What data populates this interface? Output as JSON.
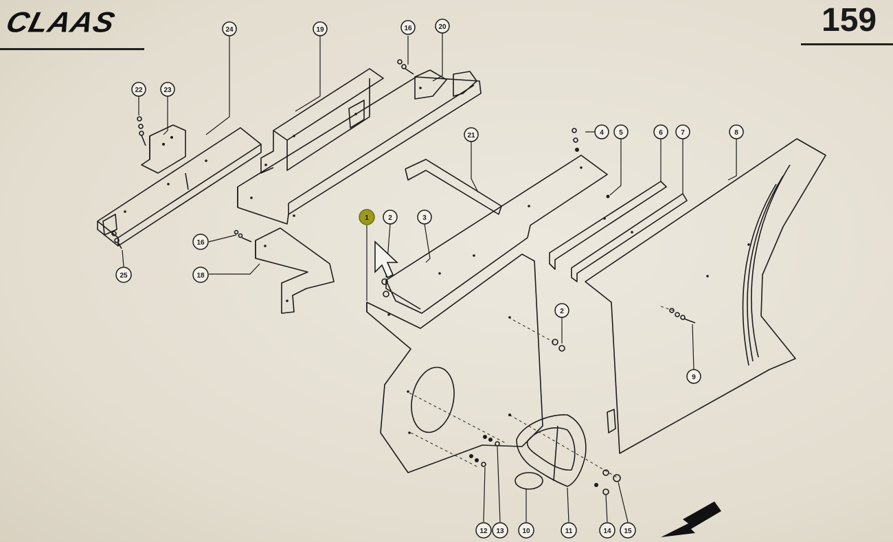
{
  "brand": {
    "logo_text": "CLAAS"
  },
  "page": {
    "number": "159"
  },
  "callouts": [
    {
      "id": "c-24",
      "label": "24"
    },
    {
      "id": "c-19",
      "label": "19"
    },
    {
      "id": "c-16a",
      "label": "16"
    },
    {
      "id": "c-20",
      "label": "20"
    },
    {
      "id": "c-22",
      "label": "22"
    },
    {
      "id": "c-23",
      "label": "23"
    },
    {
      "id": "c-21",
      "label": "21"
    },
    {
      "id": "c-4",
      "label": "4"
    },
    {
      "id": "c-5",
      "label": "5"
    },
    {
      "id": "c-6",
      "label": "6"
    },
    {
      "id": "c-7",
      "label": "7"
    },
    {
      "id": "c-8",
      "label": "8"
    },
    {
      "id": "c-1",
      "label": "1"
    },
    {
      "id": "c-2a",
      "label": "2"
    },
    {
      "id": "c-3",
      "label": "3"
    },
    {
      "id": "c-16b",
      "label": "16"
    },
    {
      "id": "c-18",
      "label": "18"
    },
    {
      "id": "c-25",
      "label": "25"
    },
    {
      "id": "c-2b",
      "label": "2"
    },
    {
      "id": "c-9",
      "label": "9"
    },
    {
      "id": "c-12",
      "label": "12"
    },
    {
      "id": "c-13",
      "label": "13"
    },
    {
      "id": "c-10",
      "label": "10"
    },
    {
      "id": "c-11",
      "label": "11"
    },
    {
      "id": "c-14",
      "label": "14"
    },
    {
      "id": "c-15",
      "label": "15"
    }
  ],
  "colors": {
    "highlight": "#9a9a1c",
    "ink": "#1b1b1b"
  },
  "icons": {
    "cursor": "mouse-pointer-icon",
    "direction": "direction-arrow-icon"
  }
}
